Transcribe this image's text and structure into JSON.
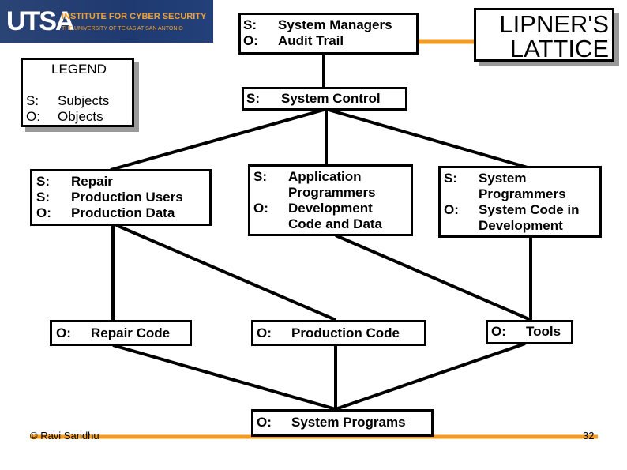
{
  "logo": {
    "brand": "UTSA",
    "line1": "INSTITUTE FOR CYBER SECURITY",
    "line2": "THE UNIVERSITY OF TEXAS AT SAN ANTONIO"
  },
  "title": {
    "line1": "LIPNER'S",
    "line2": "LATTICE"
  },
  "legend": {
    "heading": "LEGEND",
    "rows": [
      {
        "key": "S:",
        "text": "Subjects"
      },
      {
        "key": "O:",
        "text": "Objects"
      }
    ]
  },
  "nodes": {
    "system_managers": [
      {
        "key": "S:",
        "text": "System Managers"
      },
      {
        "key": "O:",
        "text": "Audit Trail"
      }
    ],
    "system_control": [
      {
        "key": "S:",
        "text": "System Control"
      }
    ],
    "production": [
      {
        "key": "S:",
        "text": "Repair"
      },
      {
        "key": "S:",
        "text": "Production Users"
      },
      {
        "key": "O:",
        "text": "Production Data"
      }
    ],
    "application": [
      {
        "key": "S:",
        "text": "Application Programmers"
      },
      {
        "key": "O:",
        "text": "Development Code and Data"
      }
    ],
    "sysprog": [
      {
        "key": "S:",
        "text": "System Programmers"
      },
      {
        "key": "O:",
        "text": "System Code in Development"
      }
    ],
    "repair_code": [
      {
        "key": "O:",
        "text": "Repair Code"
      }
    ],
    "production_code": [
      {
        "key": "O:",
        "text": "Production Code"
      }
    ],
    "tools": [
      {
        "key": "O:",
        "text": "Tools"
      }
    ],
    "system_programs": [
      {
        "key": "O:",
        "text": "System Programs"
      }
    ]
  },
  "footer": {
    "author": "© Ravi  Sandhu",
    "page": "32"
  },
  "colors": {
    "accent": "#f39c1f",
    "brand_bg": "#1f3a70"
  }
}
